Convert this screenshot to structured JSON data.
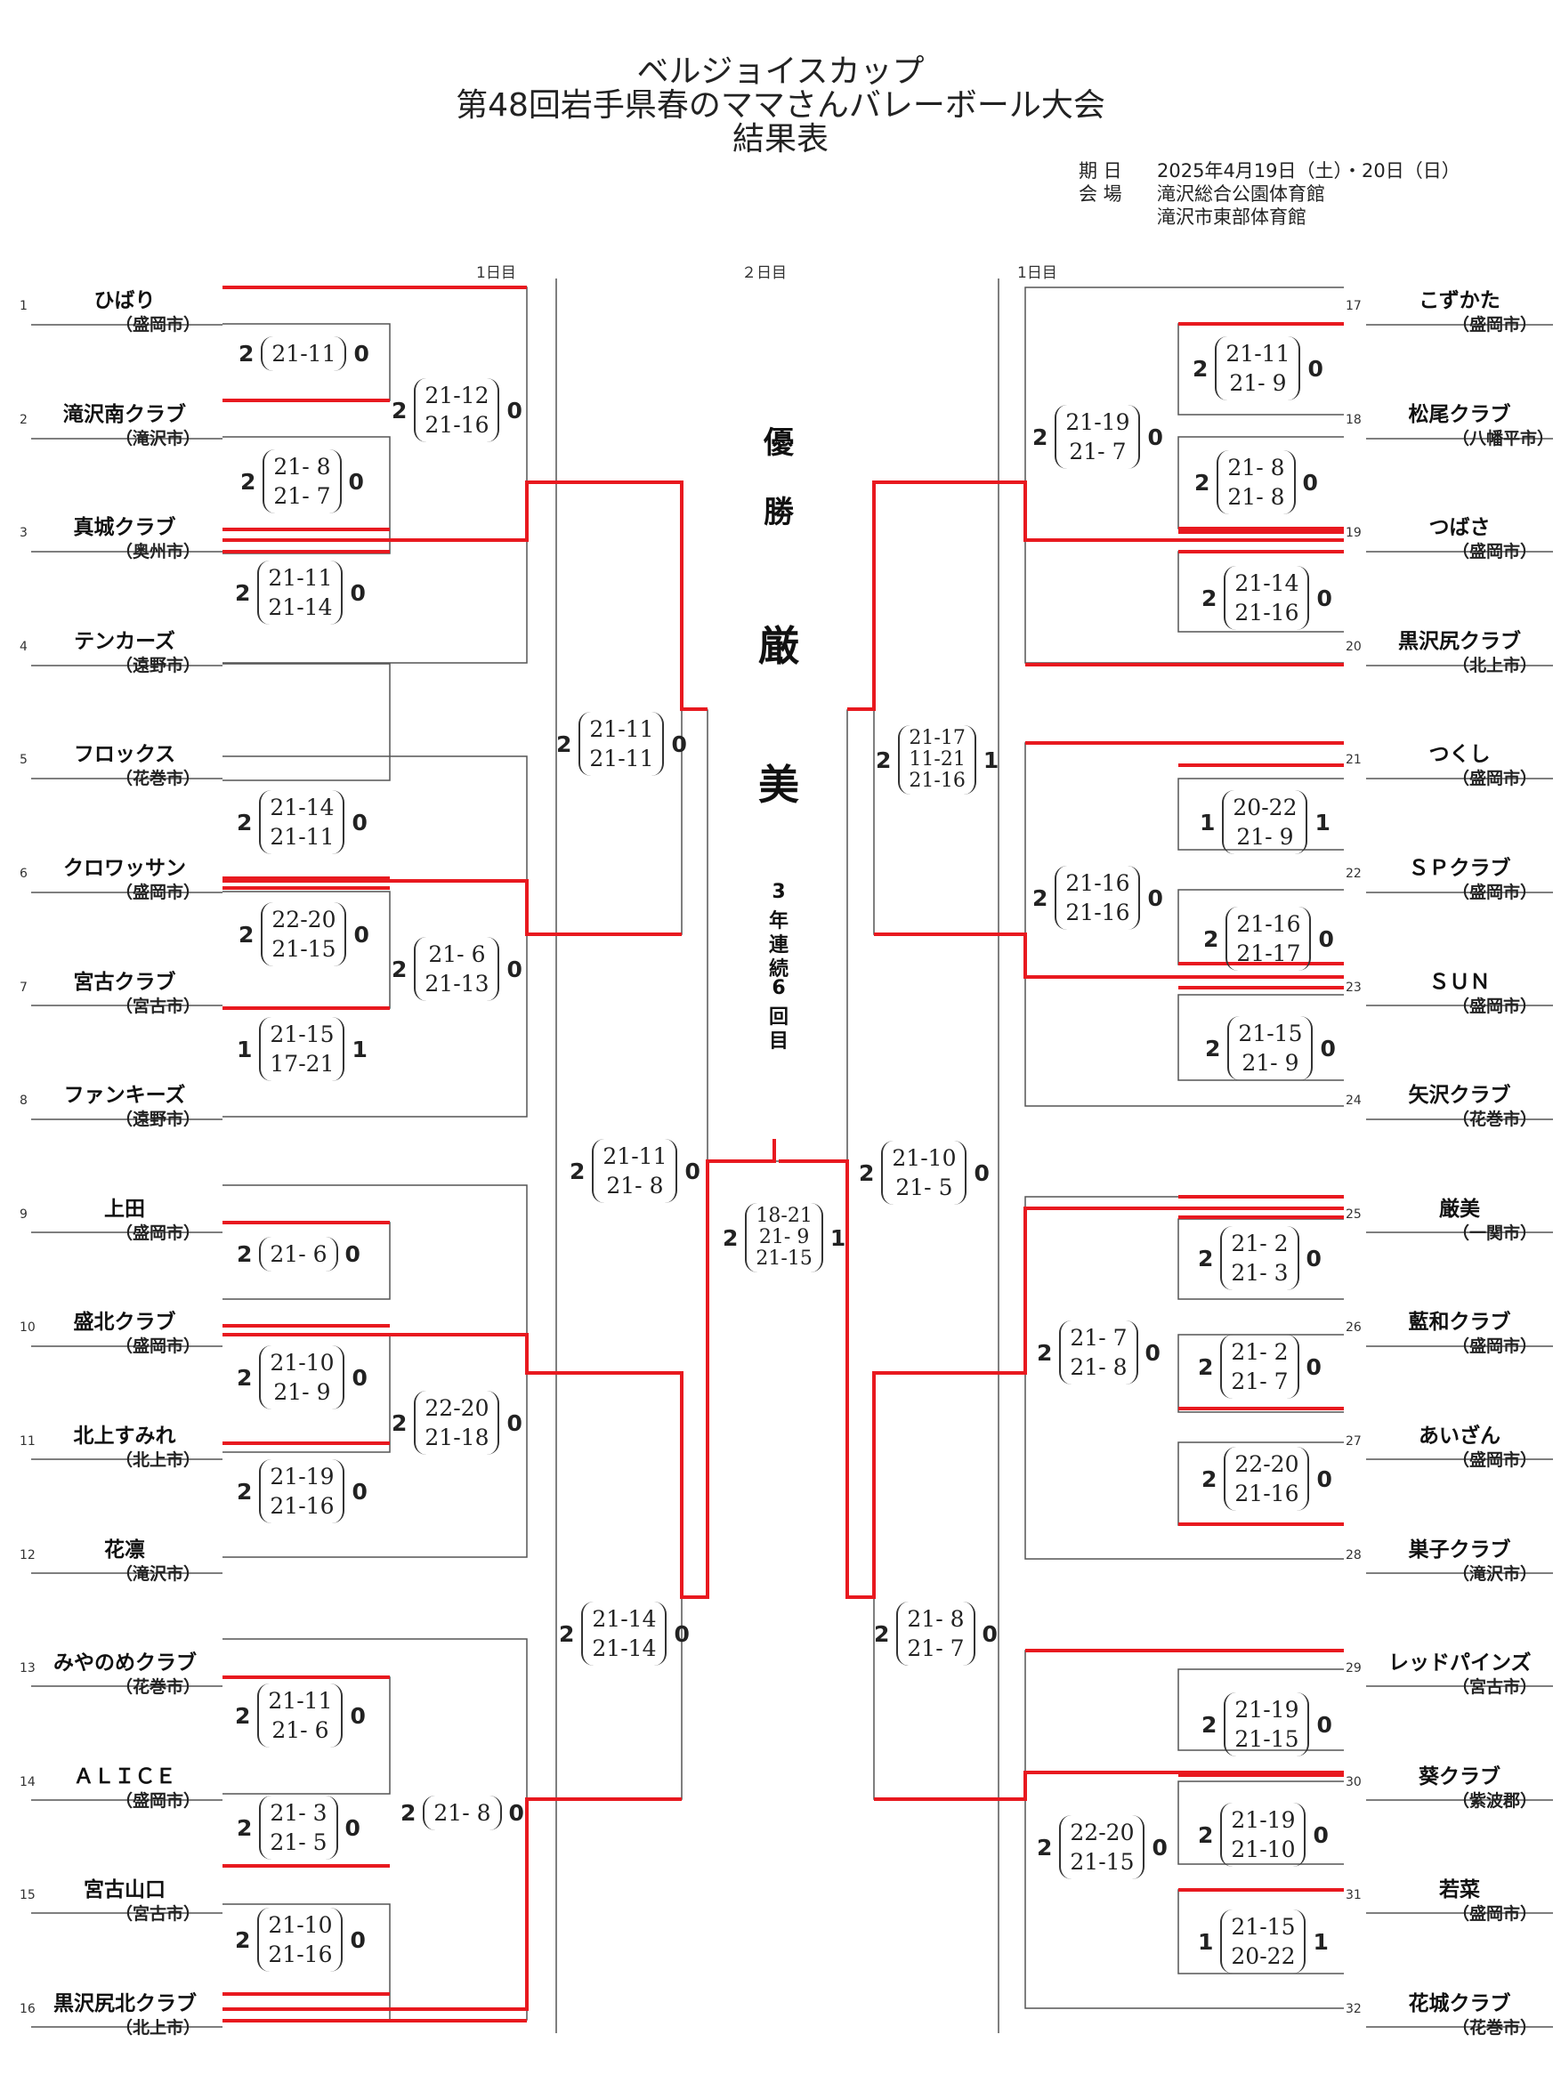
{
  "header": {
    "title1": "ベルジョイスカップ",
    "title2": "第48回岩手県春のママさんバレーボール大会",
    "title3": "結果表",
    "date_label": "期 日",
    "date_value": "2025年4月19日（土）・20日（日）",
    "venue_label": "会 場",
    "venue1": "滝沢総合公園体育館",
    "venue2": "滝沢市東部体育館"
  },
  "days": {
    "day1_left": "1日目",
    "day2": "２日目",
    "day1_right": "1日目"
  },
  "champion": {
    "c1": "優",
    "c2": "勝",
    "team1": "厳",
    "team2": "美",
    "streak": [
      "3",
      "年",
      "連",
      "続",
      "6",
      "回",
      "目"
    ]
  },
  "colors": {
    "win_line": "#e8191f",
    "line": "#555555"
  },
  "teams": [
    {
      "no": "1",
      "name": "ひばり",
      "pref": "（盛岡市）"
    },
    {
      "no": "2",
      "name": "滝沢南クラブ",
      "pref": "（滝沢市）"
    },
    {
      "no": "3",
      "name": "真城クラブ",
      "pref": "（奥州市）"
    },
    {
      "no": "4",
      "name": "テンカーズ",
      "pref": "（遠野市）"
    },
    {
      "no": "5",
      "name": "フロックス",
      "pref": "（花巻市）"
    },
    {
      "no": "6",
      "name": "クロワッサン",
      "pref": "（盛岡市）"
    },
    {
      "no": "7",
      "name": "宮古クラブ",
      "pref": "（宮古市）"
    },
    {
      "no": "8",
      "name": "ファンキーズ",
      "pref": "（遠野市）"
    },
    {
      "no": "9",
      "name": "上田",
      "pref": "（盛岡市）"
    },
    {
      "no": "10",
      "name": "盛北クラブ",
      "pref": "（盛岡市）"
    },
    {
      "no": "11",
      "name": "北上すみれ",
      "pref": "（北上市）"
    },
    {
      "no": "12",
      "name": "花凛",
      "pref": "（滝沢市）"
    },
    {
      "no": "13",
      "name": "みやのめクラブ",
      "pref": "（花巻市）"
    },
    {
      "no": "14",
      "name": "ＡＬＩＣＥ",
      "pref": "（盛岡市）"
    },
    {
      "no": "15",
      "name": "宮古山口",
      "pref": "（宮古市）"
    },
    {
      "no": "16",
      "name": "黒沢尻北クラブ",
      "pref": "（北上市）"
    },
    {
      "no": "17",
      "name": "こずかた",
      "pref": "（盛岡市）"
    },
    {
      "no": "18",
      "name": "松尾クラブ",
      "pref": "（八幡平市）"
    },
    {
      "no": "19",
      "name": "つばさ",
      "pref": "（盛岡市）"
    },
    {
      "no": "20",
      "name": "黒沢尻クラブ",
      "pref": "（北上市）"
    },
    {
      "no": "21",
      "name": "つくし",
      "pref": "（盛岡市）"
    },
    {
      "no": "22",
      "name": "ＳＰクラブ",
      "pref": "（盛岡市）"
    },
    {
      "no": "23",
      "name": "ＳＵＮ",
      "pref": "（盛岡市）"
    },
    {
      "no": "24",
      "name": "矢沢クラブ",
      "pref": "（花巻市）"
    },
    {
      "no": "25",
      "name": "厳美",
      "pref": "（一関市）"
    },
    {
      "no": "26",
      "name": "藍和クラブ",
      "pref": "（盛岡市）"
    },
    {
      "no": "27",
      "name": "あいざん",
      "pref": "（盛岡市）"
    },
    {
      "no": "28",
      "name": "巣子クラブ",
      "pref": "（滝沢市）"
    },
    {
      "no": "29",
      "name": "レッドパインズ",
      "pref": "（宮古市）"
    },
    {
      "no": "30",
      "name": "葵クラブ",
      "pref": "（紫波郡）"
    },
    {
      "no": "31",
      "name": "若菜",
      "pref": "（盛岡市）"
    },
    {
      "no": "32",
      "name": "花城クラブ",
      "pref": "（花巻市）"
    }
  ],
  "scores": [
    {
      "a": "2",
      "sets": [
        "21-11"
      ],
      "b": "0"
    },
    {
      "a": "2",
      "sets": [
        "21- 8",
        "21- 7"
      ],
      "b": "0"
    },
    {
      "a": "2",
      "sets": [
        "21-11",
        "21-14"
      ],
      "b": "0"
    },
    {
      "a": "2",
      "sets": [
        "21-14",
        "21-11"
      ],
      "b": "0"
    },
    {
      "a": "2",
      "sets": [
        "22-20",
        "21-15"
      ],
      "b": "0"
    },
    {
      "a": "1",
      "sets": [
        "21-15",
        "17-21"
      ],
      "b": "1"
    },
    {
      "a": "2",
      "sets": [
        "21- 6"
      ],
      "b": "0"
    },
    {
      "a": "2",
      "sets": [
        "21-10",
        "21- 9"
      ],
      "b": "0"
    },
    {
      "a": "2",
      "sets": [
        "21-19",
        "21-16"
      ],
      "b": "0"
    },
    {
      "a": "2",
      "sets": [
        "21-11",
        "21- 6"
      ],
      "b": "0"
    },
    {
      "a": "2",
      "sets": [
        "21- 3",
        "21- 5"
      ],
      "b": "0"
    },
    {
      "a": "2",
      "sets": [
        "21-10",
        "21-16"
      ],
      "b": "0"
    },
    {
      "a": "2",
      "sets": [
        "21-12",
        "21-16"
      ],
      "b": "0"
    },
    {
      "a": "2",
      "sets": [
        "21- 6",
        "21-13"
      ],
      "b": "0"
    },
    {
      "a": "2",
      "sets": [
        "22-20",
        "21-18"
      ],
      "b": "0"
    },
    {
      "a": "2",
      "sets": [
        "21- 8"
      ],
      "b": "0"
    },
    {
      "a": "2",
      "sets": [
        "21-11",
        "21-11"
      ],
      "b": "0"
    },
    {
      "a": "2",
      "sets": [
        "21-11",
        "21- 8"
      ],
      "b": "0"
    },
    {
      "a": "2",
      "sets": [
        "21-14",
        "21-14"
      ],
      "b": "0"
    },
    {
      "a": "2",
      "sets": [
        "18-21",
        "21- 9",
        "21-15"
      ],
      "b": "1"
    },
    {
      "a": "2",
      "sets": [
        "21-11",
        "21- 9"
      ],
      "b": "0"
    },
    {
      "a": "2",
      "sets": [
        "21- 8",
        "21- 8"
      ],
      "b": "0"
    },
    {
      "a": "2",
      "sets": [
        "21-14",
        "21-16"
      ],
      "b": "0"
    },
    {
      "a": "1",
      "sets": [
        "20-22",
        "21- 9"
      ],
      "b": "1"
    },
    {
      "a": "2",
      "sets": [
        "21-16",
        "21-17"
      ],
      "b": "0"
    },
    {
      "a": "2",
      "sets": [
        "21-15",
        "21- 9"
      ],
      "b": "0"
    },
    {
      "a": "2",
      "sets": [
        "21- 2",
        "21- 3"
      ],
      "b": "0"
    },
    {
      "a": "2",
      "sets": [
        "21- 2",
        "21- 7"
      ],
      "b": "0"
    },
    {
      "a": "2",
      "sets": [
        "22-20",
        "21-16"
      ],
      "b": "0"
    },
    {
      "a": "2",
      "sets": [
        "21-19",
        "21-15"
      ],
      "b": "0"
    },
    {
      "a": "2",
      "sets": [
        "21-19",
        "21-10"
      ],
      "b": "0"
    },
    {
      "a": "1",
      "sets": [
        "21-15",
        "20-22"
      ],
      "b": "1"
    },
    {
      "a": "2",
      "sets": [
        "21-19",
        "21- 7"
      ],
      "b": "0"
    },
    {
      "a": "2",
      "sets": [
        "21-16",
        "21-16"
      ],
      "b": "0"
    },
    {
      "a": "2",
      "sets": [
        "21- 7",
        "21- 8"
      ],
      "b": "0"
    },
    {
      "a": "2",
      "sets": [
        "22-20",
        "21-15"
      ],
      "b": "0"
    },
    {
      "a": "2",
      "sets": [
        "21-17",
        "11-21",
        "21-16"
      ],
      "b": "1"
    },
    {
      "a": "2",
      "sets": [
        "21-10",
        "21- 5"
      ],
      "b": "0"
    },
    {
      "a": "2",
      "sets": [
        "21- 8",
        "21- 7"
      ],
      "b": "0"
    }
  ]
}
